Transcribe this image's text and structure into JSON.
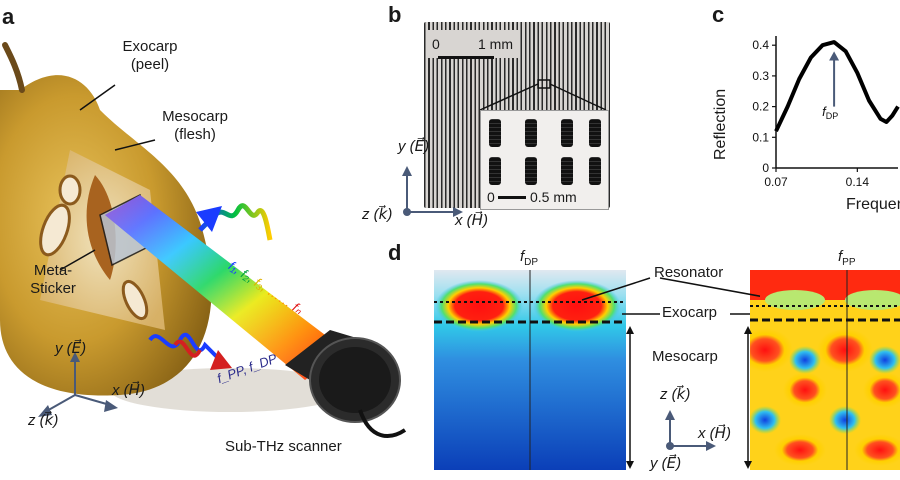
{
  "panels": {
    "a": "a",
    "b": "b",
    "c": "c",
    "d": "d"
  },
  "panel_a": {
    "exocarp": [
      "Exocarp",
      "(peel)"
    ],
    "mesocarp": [
      "Mesocarp",
      "(flesh)"
    ],
    "metasticker": [
      "Meta-",
      "Sticker"
    ],
    "freqs": [
      "f₁,",
      "f₂,",
      "f₃,",
      "……",
      "fₙ"
    ],
    "ppdp": "f_PP, f_DP",
    "axis_y": "y (E⃗)",
    "axis_x": "x (H⃗)",
    "axis_z": "z (k⃗)",
    "scanner": "Sub-THz scanner"
  },
  "panel_b": {
    "scale_big": "1 mm",
    "scale_big_zero": "0",
    "scale_small": "0.5 mm",
    "scale_small_zero": "0",
    "axis_y": "y (E⃗)",
    "axis_z": "z (k⃗)",
    "axis_x": "x (H⃗)"
  },
  "panel_c": {
    "ylabel": "Reflection",
    "xlabel": "Frequen",
    "annotation": "f_DP",
    "yticks": [
      "0",
      "0.1",
      "0.2",
      "0.3",
      "0.4"
    ],
    "xticks": [
      "0.07",
      "0.14"
    ]
  },
  "panel_d": {
    "title_left": "f_DP",
    "title_right": "f_PP",
    "resonator": "Resonator",
    "exocarp": "Exocarp",
    "mesocarp": "Mesocarp",
    "axis_z": "z (k⃗)",
    "axis_x": "x (H⃗)",
    "axis_y": "y (E⃗)"
  },
  "chart_data": {
    "type": "line",
    "xlabel": "Frequen",
    "ylabel": "Reflection",
    "xlim": [
      0.07,
      0.175
    ],
    "ylim": [
      0,
      0.43
    ],
    "xticks": [
      0.07,
      0.14
    ],
    "yticks": [
      0,
      0.1,
      0.2,
      0.3,
      0.4
    ],
    "series": [
      {
        "x": [
          0.07,
          0.08,
          0.09,
          0.1,
          0.11,
          0.12,
          0.13,
          0.14,
          0.15,
          0.16,
          0.165,
          0.17,
          0.175
        ],
        "values": [
          0.12,
          0.2,
          0.29,
          0.36,
          0.4,
          0.41,
          0.38,
          0.31,
          0.22,
          0.16,
          0.15,
          0.17,
          0.2
        ]
      }
    ],
    "annotations": [
      {
        "text": "f_DP",
        "x": 0.12
      }
    ]
  }
}
